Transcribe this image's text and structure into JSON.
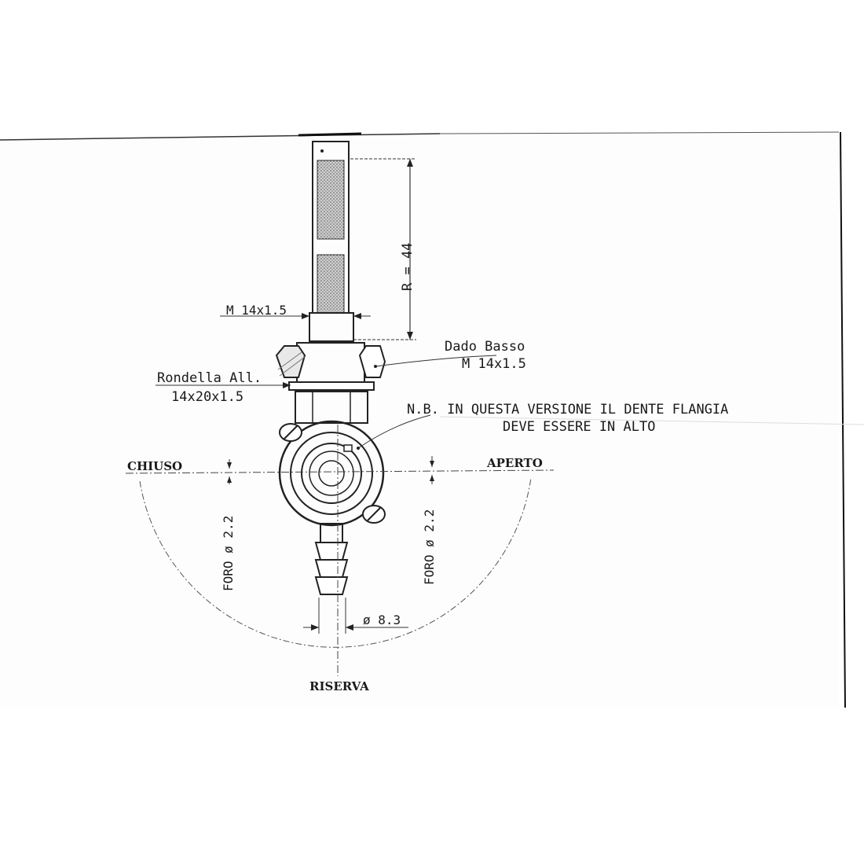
{
  "labels": {
    "thread_top": "M 14x1.5",
    "reach": "R = 44",
    "dado_title": "Dado Basso",
    "dado_spec": "M 14x1.5",
    "rondella_title": "Rondella All.",
    "rondella_spec": "14x20x1.5",
    "note_line1": "N.B. IN QUESTA VERSIONE IL DENTE FLANGIA",
    "note_line2": "DEVE ESSERE IN ALTO",
    "chiuso": "CHIUSO",
    "aperto": "APERTO",
    "riserva": "RISERVA",
    "foro_left": "FORO ø 2.2",
    "foro_right": "FORO ø 2.2",
    "outlet_dia": "ø 8.3"
  },
  "colors": {
    "paper": "#fdfdfd",
    "ink": "#222222",
    "mesh": "#8a8a8a"
  }
}
